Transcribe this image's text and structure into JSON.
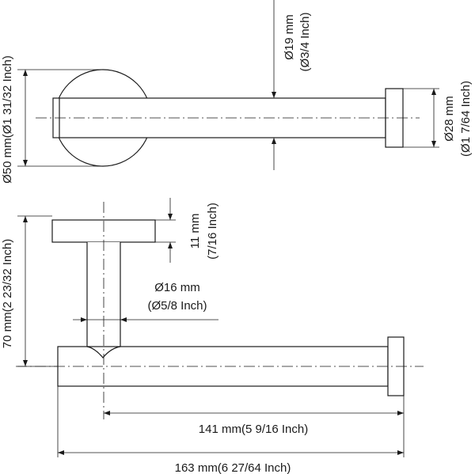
{
  "dimensions": {
    "rosette_diameter": "Ø50 mm(Ø1 31/32 Inch)",
    "bar_diameter_mm": "Ø19 mm",
    "bar_diameter_in": "(Ø3/4 Inch)",
    "end_cap_diameter_mm": "Ø28 mm",
    "end_cap_diameter_in": "(Ø1 7/64 Inch)",
    "plate_thickness_mm": "11 mm",
    "plate_thickness_in": "(7/16 Inch)",
    "post_diameter_mm": "Ø16 mm",
    "post_diameter_in": "(Ø5/8 Inch)",
    "projection": "70 mm(2 23/32 Inch)",
    "bar_length": "141 mm(5 9/16 Inch)",
    "overall_length": "163 mm(6 27/64 Inch)"
  },
  "colors": {
    "line": "#1a1a1a",
    "background": "#ffffff"
  }
}
